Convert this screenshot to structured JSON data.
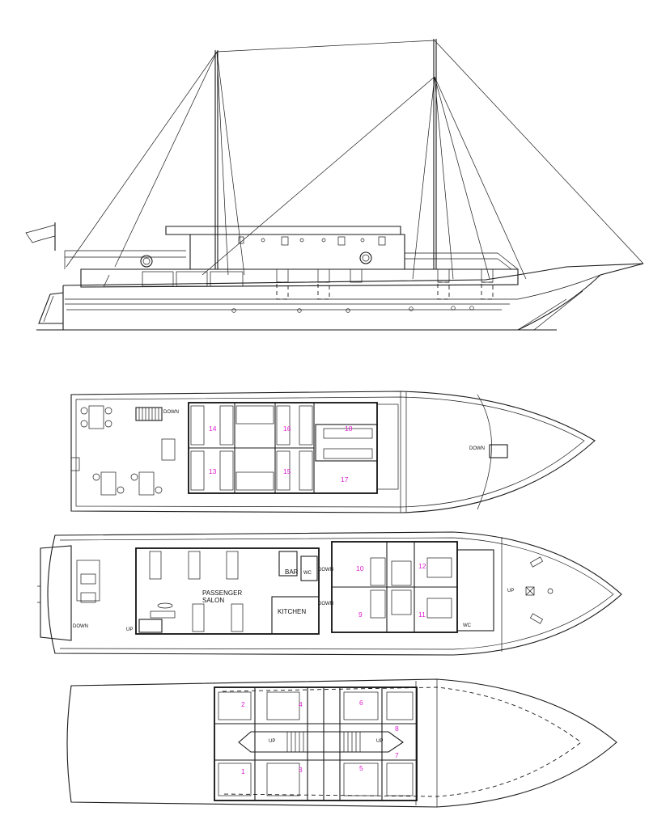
{
  "labels": {
    "down": "DOWN",
    "up": "UP",
    "bar": "BAR",
    "wc": "WC",
    "passenger_salon_line1": "PASSENGER",
    "passenger_salon_line2": "SALON",
    "kitchen": "KITCHEN"
  },
  "cabins": {
    "c1": "1",
    "c2": "2",
    "c3": "3",
    "c4": "4",
    "c5": "5",
    "c6": "6",
    "c7": "7",
    "c8": "8",
    "c9": "9",
    "c10": "10",
    "c11": "11",
    "c12": "12",
    "c13": "13",
    "c14": "14",
    "c15": "15",
    "c16": "16",
    "c17": "17",
    "c18": "18"
  },
  "colors": {
    "line": "#1a1a1a",
    "cabin_number": "#e020d0",
    "background": "#ffffff"
  }
}
